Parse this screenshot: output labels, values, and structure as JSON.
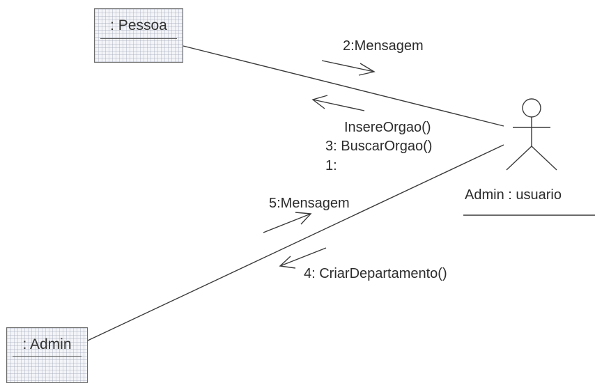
{
  "objects": {
    "pessoa": {
      "label": ": Pessoa"
    },
    "admin": {
      "label": ": Admin"
    }
  },
  "actor": {
    "label": "Admin : usuario"
  },
  "messages": {
    "m2": "2:Mensagem",
    "m_insere": "InsereOrgao()",
    "m3": "3: BuscarOrgao()",
    "m1": "1:",
    "m5": "5:Mensagem",
    "m4": "4: CriarDepartamento()"
  },
  "colors": {
    "line": "#3a3a3a",
    "box_fill": "#f3f4f8",
    "grid": "#969baf"
  }
}
